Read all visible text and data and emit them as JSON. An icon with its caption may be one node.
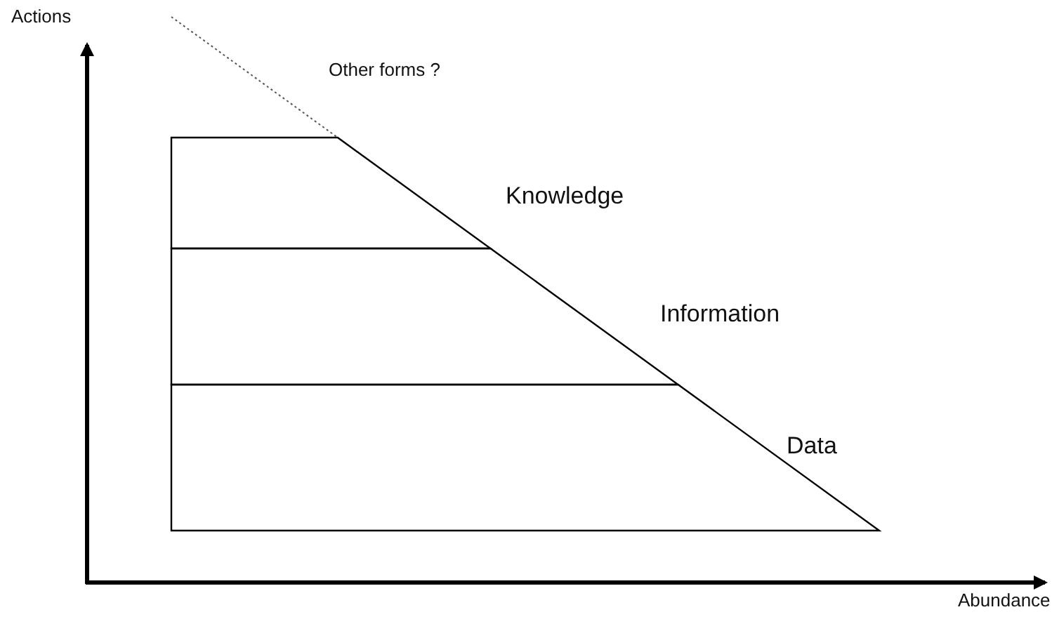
{
  "diagram": {
    "nodes": [
      {
        "text": [
          "Other forms ?"
        ]
      },
      {
        "text": [
          "Knowledge"
        ]
      },
      {
        "text": [
          "Information"
        ]
      },
      {
        "text": [
          "Data"
        ]
      }
    ],
    "labels": [
      "Actions",
      "Abundance"
    ]
  }
}
